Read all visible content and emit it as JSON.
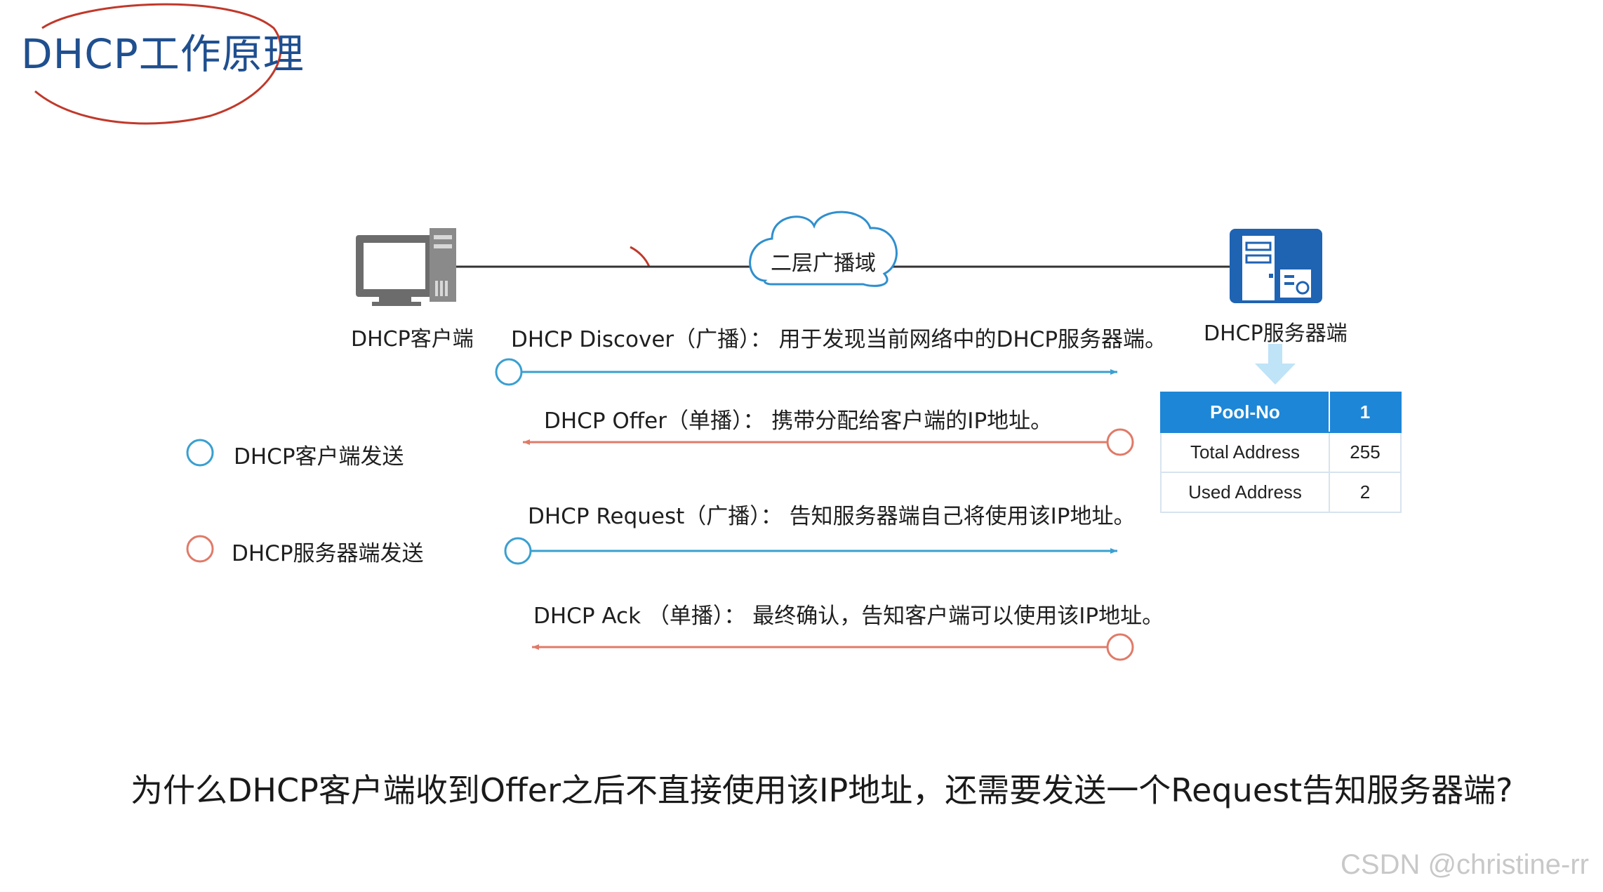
{
  "title": "DHCP工作原理",
  "client_label": "DHCP客户端",
  "server_label": "DHCP服务器端",
  "cloud_label": "二层广播域",
  "messages": [
    {
      "text": "DHCP Discover（广播）： 用于发现当前网络中的DHCP服务器端。",
      "direction": "client-to-server"
    },
    {
      "text": "DHCP Offer（单播）： 携带分配给客户端的IP地址。",
      "direction": "server-to-client"
    },
    {
      "text": "DHCP Request（广播）： 告知服务器端自己将使用该IP地址。",
      "direction": "client-to-server"
    },
    {
      "text": "DHCP Ack （单播）： 最终确认，告知客户端可以使用该IP地址。",
      "direction": "server-to-client"
    }
  ],
  "legend": [
    {
      "text": "DHCP客户端发送",
      "color": "#3a9fd0"
    },
    {
      "text": "DHCP服务器端发送",
      "color": "#e07a68"
    }
  ],
  "pool_table": {
    "header": [
      "Pool-No",
      "1"
    ],
    "rows": [
      [
        "Total Address",
        "255"
      ],
      [
        "Used Address",
        "2"
      ]
    ]
  },
  "question": "为什么DHCP客户端收到Offer之后不直接使用该IP地址，还需要发送一个Request告知服务器端?",
  "watermark": "CSDN @christine-rr",
  "colors": {
    "client": "#3a9fd0",
    "server": "#e07a68",
    "title": "#1f4f8f",
    "server_icon": "#1f63b3",
    "table_header": "#1e86d6"
  }
}
